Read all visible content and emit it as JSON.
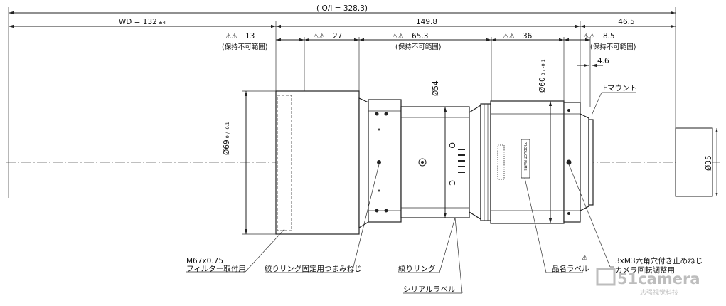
{
  "dimensions": {
    "overall": "( O/I = 328.3)",
    "wd": "WD = 132",
    "wd_tol": "±4",
    "body_length": "149.8",
    "mount_length": "46.5",
    "seg1": "13",
    "seg1_note": "(保持不可範囲)",
    "seg2": "27",
    "seg3": "65.3",
    "seg3_note": "(保持不可範囲)",
    "seg4": "36",
    "seg5": "8.5",
    "seg5_note": "(保持不可範囲)",
    "flange": "4.6",
    "dia_front": "69",
    "dia_front_tol": "0 / -0.1",
    "dia_ring": "54",
    "dia_rear": "60",
    "dia_rear_tol": "0 / -0.1",
    "dia_object": "35",
    "phi": "Ø"
  },
  "labels": {
    "f_mount": "Fマウント",
    "filter_thread": "M67x0.75",
    "filter_use": "フィルター取付用",
    "iris_lock": "絞りリング固定用つまみねじ",
    "iris_ring": "絞りリング",
    "serial_label": "シリアルラベル",
    "product_label": "品名ラベル",
    "screw_1": "3xM3六角穴付き止めねじ",
    "screw_2": "カメラ回転調整用",
    "ring_open": "O",
    "ring_close": "C",
    "sticker": "PRODUCT NAME"
  },
  "warning_marks": [
    "⚠",
    "⚠2"
  ],
  "watermark": {
    "brand": "51camera",
    "sub": "志强视觉科技"
  }
}
